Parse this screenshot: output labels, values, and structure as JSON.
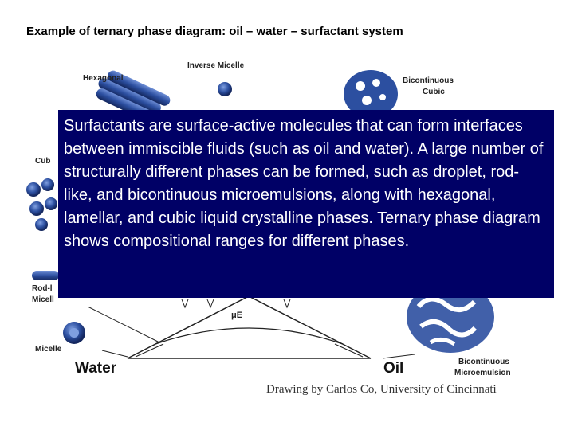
{
  "title": "Example of ternary phase diagram: oil – water – surfactant system",
  "diagram": {
    "labels": {
      "hexagonal": "Hexagonal",
      "inverse_micelle": "Inverse Micelle",
      "bicontinuous_cubic_line1": "Bicontinuous",
      "bicontinuous_cubic_line2": "Cubic",
      "cubic_partial": "Cub",
      "rod_like_line1": "Rod-l",
      "rod_like_line2": "Micell",
      "micelle": "Micelle",
      "mu_e": "μE",
      "water": "Water",
      "oil": "Oil",
      "bicontinuous_microemulsion_line1": "Bicontinuous",
      "bicontinuous_microemulsion_line2": "Microemulsion"
    },
    "credit": "Drawing by Carlos Co, University of Cincinnati",
    "colors": {
      "structure_blue": "#2c4fa0",
      "structure_dark": "#1a2f70",
      "callout_bg": "#000066"
    }
  },
  "callout": {
    "text": "Surfactants are surface-active molecules that can form interfaces between immiscible fluids (such as oil and water). A large number of structurally different phases can be formed, such as droplet, rod-like, and bicontinuous microemulsions, along with hexagonal, lamellar, and cubic liquid crystalline phases. Ternary phase diagram shows compositional ranges for different phases."
  }
}
